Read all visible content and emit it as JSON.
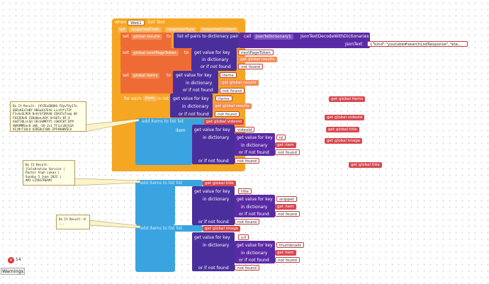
{
  "event": {
    "when": "when",
    "component": "Web1",
    "event_name": "Got Text",
    "do": "do",
    "params": [
      "url",
      "responseCode",
      "responseType",
      "responseContent"
    ]
  },
  "set_results": {
    "set": "set",
    "var": "global results",
    "to": "to",
    "list_label": "list of pairs to dictionary  pairs",
    "call": "call",
    "component": "JsonToDictionary1",
    "method": "JsonTextDecodeWithDictionaries",
    "json_label": "jsonText",
    "json_value": "{\"kind\":\"youtube#searchListResponse\",\"eta..."
  },
  "set_token": {
    "set": "set",
    "var": "global nextPageToken",
    "to": "to",
    "gvk": "get value for key",
    "key": "nextPageToken",
    "in_dict": "in dictionary",
    "get": "get",
    "dict": "global results",
    "or_not": "or if not found",
    "not_found": "not found"
  },
  "set_items": {
    "set": "set",
    "var": "global items",
    "to": "to",
    "gvk": "get value for key",
    "key": "items",
    "in_dict": "in dictionary",
    "get": "get",
    "dict": "global results",
    "or_not": "or if not found",
    "not_found": "not found"
  },
  "foreach": {
    "label": "for each",
    "item": "item",
    "in_list": "in list",
    "gvk": "get value for key",
    "key": "items",
    "in_dict": "in dictionary",
    "get": "get",
    "dict": "global results",
    "or_not": "or if not found",
    "not_found": "not found"
  },
  "add1": {
    "label": "add items to list  list",
    "list": "global videoId",
    "item_label": "item",
    "gvk": "get value for key",
    "key": "videoId",
    "in_dict": "in dictionary",
    "gvk2": "get value for key",
    "key2": "id",
    "in_dict2": "in dictionary",
    "get": "get",
    "item_var": "item",
    "or_not": "or if not found",
    "not_found": "not found"
  },
  "add2": {
    "label": "add items to list  list",
    "list": "global title",
    "item_label": "item",
    "gvk": "get value for key",
    "key": "title",
    "in_dict": "in dictionary",
    "gvk2": "get value for key",
    "key2": "snippet",
    "in_dict2": "in dictionary",
    "get": "get",
    "item_var": "item",
    "or_not": "or if not found",
    "not_found": "not found"
  },
  "add3": {
    "label": "add items to list  list",
    "list": "global image",
    "item_label": "item",
    "gvk": "get value for key",
    "key": "url",
    "in_dict": "in dictionary",
    "gvk2": "get value for key",
    "key2": "thumbnails",
    "in_dict2": "in dictionary",
    "get": "get",
    "item_var": "item",
    "or_not": "or if not found",
    "not_found": "not found"
  },
  "floating": [
    "global items",
    "global videoId",
    "global title",
    "global image",
    "global title"
  ],
  "get": "get",
  "notes": {
    "n1": "Do It Result: [VYZEuQDQ6Q FQyvTAy17o\n6EDcKEzTdBY HKGu017EtE LicXYfi73Y\nF1vkvGLPUV 8sUrSf1RA40 CDXdTaTcmq 4E-\nF8I2ERcK CEKdOenvGQY 8rS0Ts-8I_4\nXk6T3QLiCGO IECGkMKYY5 cGKXC8f_DfM\nXW9VMMSnc8 zWS_-SV-Jx1 TtlLCzBjS3A\nVIjMrT1XLU UZDSHLF4OK ZPFARH8VGCA",
    "n2": "Do It Result:\n[Celebration Service |\nPastor Alph Lukau |\nSunday 5 June 2022 |\nAMI LIVESTREAM]",
    "n3": "Do It Result: 0\n..."
  },
  "warnings": {
    "count": "14",
    "label": "Warnings"
  }
}
